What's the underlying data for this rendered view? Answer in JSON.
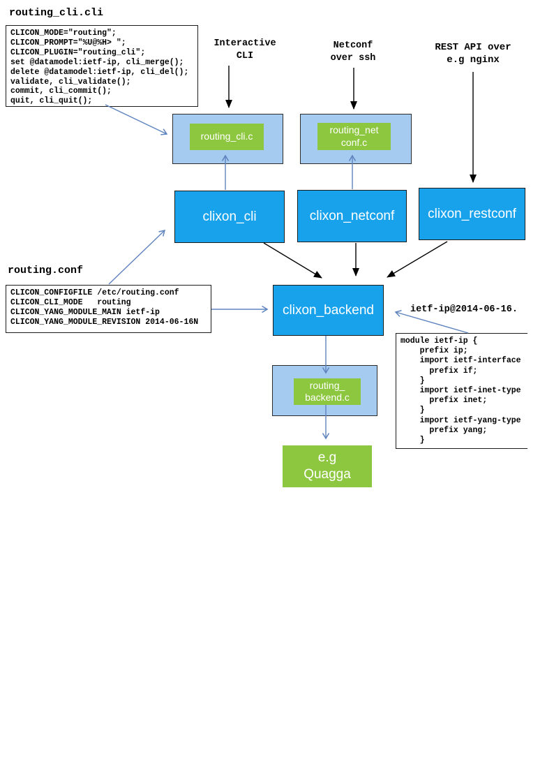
{
  "colors": {
    "bright_blue": "#18a2ec",
    "light_blue": "#a5cbf0",
    "green": "#8dc73f",
    "connector_blue": "#5e83be",
    "arrow_black": "#000000"
  },
  "files": {
    "cli_spec": {
      "title": "routing_cli.cli",
      "code": [
        "CLICON_MODE=\"routing\";",
        "CLICON_PROMPT=\"%U@%H> \";",
        "CLICON_PLUGIN=\"routing_cli\";",
        "set @datamodel:ietf-ip, cli_merge();",
        "delete @datamodel:ietf-ip, cli_del();",
        "validate, cli_validate();",
        "commit, cli_commit();",
        "quit, cli_quit();"
      ]
    },
    "conf": {
      "title": "routing.conf",
      "code": [
        "CLICON_CONFIGFILE /etc/routing.conf",
        "CLICON_CLI_MODE   routing",
        "CLICON_YANG_MODULE_MAIN ietf-ip",
        "CLICON_YANG_MODULE_REVISION 2014-06-16N"
      ]
    },
    "yang": {
      "title": "ietf-ip@2014-06-16.",
      "code": [
        "module ietf-ip {",
        "    prefix ip;",
        "    import ietf-interface",
        "      prefix if;",
        "    }",
        "    import ietf-inet-type",
        "      prefix inet;",
        "    }",
        "    import ietf-yang-type",
        "      prefix yang;",
        "    }"
      ]
    }
  },
  "annotations": {
    "interactive_cli": "Interactive\nCLI",
    "netconf_over_ssh": "Netconf\nover ssh",
    "rest_api": "REST API over\ne.g nginx"
  },
  "nodes": {
    "routing_cli_c": "routing_cli.c",
    "routing_netconf_c": "routing_net\nconf.c",
    "clixon_cli": "clixon_cli",
    "clixon_netconf": "clixon_netconf",
    "clixon_restconf": "clixon_restconf",
    "clixon_backend": "clixon_backend",
    "routing_backend_c": "routing_\nbackend.c",
    "quagga": "e.g\nQuagga"
  }
}
